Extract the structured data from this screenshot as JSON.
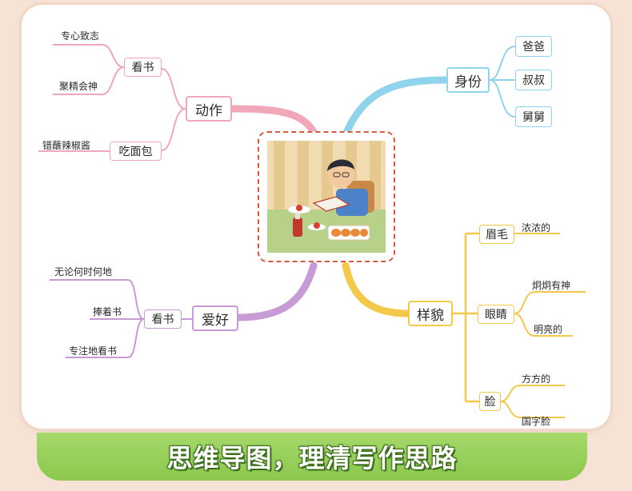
{
  "mindmap": {
    "action": {
      "label": "动作",
      "reading": {
        "label": "看书",
        "leaves": [
          "专心致志",
          "聚精会神"
        ]
      },
      "eating": {
        "label": "吃面包",
        "leaves": [
          "错蘸辣椒酱"
        ]
      }
    },
    "identity": {
      "label": "身份",
      "leaves": [
        "爸爸",
        "叔叔",
        "舅舅"
      ]
    },
    "hobby": {
      "label": "爱好",
      "reading": {
        "label": "看书",
        "leaves": [
          "无论何时何地",
          "捧着书",
          "专注地看书"
        ]
      }
    },
    "appearance": {
      "label": "样貌",
      "eyebrows": {
        "label": "眉毛",
        "leaves": [
          "浓浓的"
        ]
      },
      "eyes": {
        "label": "眼睛",
        "leaves": [
          "炯炯有神",
          "明亮的"
        ]
      },
      "face": {
        "label": "脸",
        "leaves": [
          "方方的",
          "国字脸"
        ]
      }
    }
  },
  "banner": {
    "text": "思维导图，理清写作思路"
  },
  "colors": {
    "pink": "#f0a7b7",
    "blue": "#8fd3ec",
    "purple": "#c79bd6",
    "yellow": "#f4c84a",
    "banner": "#8cc84e",
    "dashed_frame": "#d9583f"
  }
}
